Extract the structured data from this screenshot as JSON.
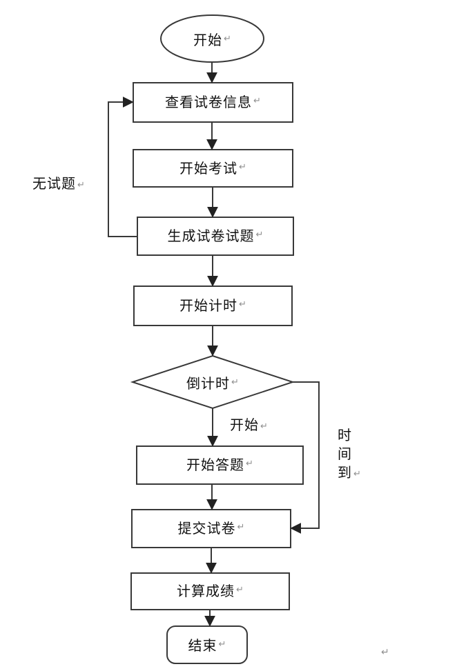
{
  "flowchart": {
    "description": "Exam flow diagram",
    "nodes": {
      "start": {
        "label": "开始",
        "type": "terminator-ellipse"
      },
      "view_paper_info": {
        "label": "查看试卷信息",
        "type": "process"
      },
      "start_exam": {
        "label": "开始考试",
        "type": "process"
      },
      "generate_questions": {
        "label": "生成试卷试题",
        "type": "process"
      },
      "start_timer": {
        "label": "开始计时",
        "type": "process"
      },
      "countdown": {
        "label": "倒计时",
        "type": "decision-diamond"
      },
      "start_answering": {
        "label": "开始答题",
        "type": "process"
      },
      "submit_paper": {
        "label": "提交试卷",
        "type": "process"
      },
      "calc_score": {
        "label": "计算成绩",
        "type": "process"
      },
      "end": {
        "label": "结束",
        "type": "terminator-rounded"
      }
    },
    "edges": [
      {
        "from": "start",
        "to": "view_paper_info",
        "label": ""
      },
      {
        "from": "view_paper_info",
        "to": "start_exam",
        "label": ""
      },
      {
        "from": "start_exam",
        "to": "generate_questions",
        "label": ""
      },
      {
        "from": "generate_questions",
        "to": "view_paper_info",
        "label": "无试题"
      },
      {
        "from": "generate_questions",
        "to": "start_timer",
        "label": ""
      },
      {
        "from": "start_timer",
        "to": "countdown",
        "label": ""
      },
      {
        "from": "countdown",
        "to": "start_answering",
        "label": "开始"
      },
      {
        "from": "countdown",
        "to": "submit_paper",
        "label": "时间到"
      },
      {
        "from": "start_answering",
        "to": "submit_paper",
        "label": ""
      },
      {
        "from": "submit_paper",
        "to": "calc_score",
        "label": ""
      },
      {
        "from": "calc_score",
        "to": "end",
        "label": ""
      }
    ],
    "edge_labels": {
      "no_questions": "无试题",
      "countdown_start": "开始",
      "time_up": "时间到",
      "time_up_chars": [
        "时",
        "间",
        "到"
      ]
    },
    "marks": {
      "return": "↵"
    },
    "colors": {
      "line": "#383838",
      "text": "#111111",
      "paragraph_mark": "#8f8f8f",
      "background": "#ffffff"
    }
  }
}
